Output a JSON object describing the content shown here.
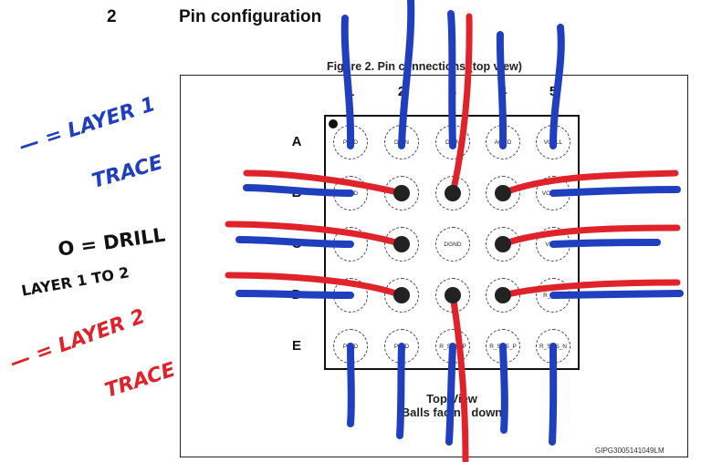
{
  "section": {
    "number": "2",
    "title": "Pin configuration"
  },
  "figure": {
    "caption": "Figure 2. Pin connections (top view)",
    "top_view_line1": "Top View",
    "top_view_line2": "(Balls facing down)",
    "figure_id": "GIPG3005141049LM"
  },
  "columns": [
    "1",
    "2",
    "3",
    "4",
    "5"
  ],
  "rows": [
    {
      "label": "A",
      "pins": [
        "PMID",
        "DCIN",
        "DCIN",
        "AGND",
        "VCELL"
      ]
    },
    {
      "label": "B",
      "pins": [
        "PMID",
        "",
        "",
        "",
        "VCELL+"
      ]
    },
    {
      "label": "C",
      "pins": [
        "",
        "",
        "DGND",
        "",
        "VREF"
      ]
    },
    {
      "label": "D",
      "pins": [
        "",
        "",
        "",
        "",
        "R_SNS"
      ]
    },
    {
      "label": "E",
      "pins": [
        "PMID",
        "PMID",
        "R_SNS_P",
        "R_SNS_P",
        "R_SNS_N"
      ]
    }
  ],
  "notes": {
    "layer1_line1": "— = LAYER 1",
    "layer1_line2": "TRACE",
    "drill_line1": "O = DRILL",
    "drill_line2": "LAYER 1 TO 2",
    "layer2_line1": "— = LAYER 2",
    "layer2_line2": "TRACE"
  },
  "colors": {
    "layer1_trace": "#1f3fbf",
    "layer2_trace": "#e0222a",
    "drill": "#222222"
  }
}
